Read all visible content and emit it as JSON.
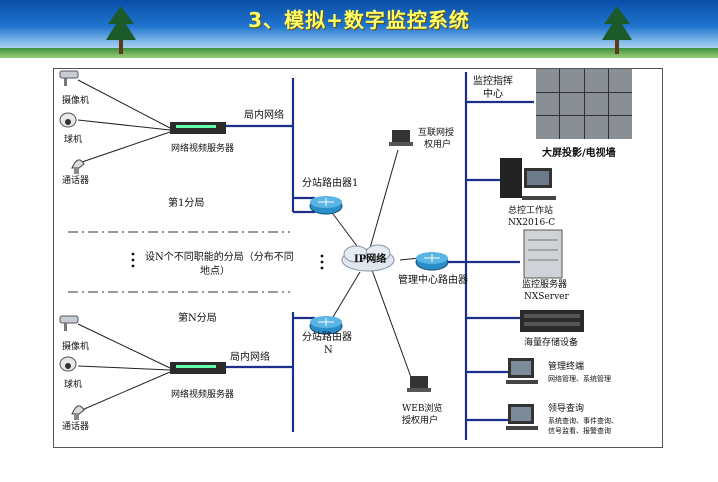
{
  "slide": {
    "title": "3、模拟+数字监控系统"
  },
  "diagram": {
    "left_branch": {
      "camera_label": "摄像机",
      "dome_label": "球机",
      "intercom_label": "通话器",
      "video_server_label": "网络视频服务器",
      "lan_label": "局内网络",
      "branch_label": "第1分局",
      "router_label": "分站路由器1"
    },
    "middle_note": {
      "line1": "设N个不同职能的分局（分布不同",
      "line2": "地点）",
      "ip_network": "IP网络"
    },
    "bottom_branch": {
      "camera_label": "摄像机",
      "dome_label": "球机",
      "intercom_label": "通话器",
      "video_server_label": "网络视频服务器",
      "lan_label": "局内网络",
      "branch_label": "第N分局",
      "router_label_line1": "分站路由器",
      "router_label_line2": "N"
    },
    "internet_user": {
      "line1": "互联网授",
      "line2": "权用户"
    },
    "web_user": {
      "line1": "WEB浏览",
      "line2": "授权用户"
    },
    "center_router_label": "管理中心路由器",
    "command_center": {
      "line1": "监控指挥",
      "line2": "中心"
    },
    "right_column": {
      "video_wall": "大屏投影/电视墙",
      "workstation_line1": "总控工作站",
      "workstation_line2": "NX2016-C",
      "server_line1": "监控服务器",
      "server_line2": "NXServer",
      "storage": "海量存储设备",
      "mgmt_terminal": "管理终端",
      "mgmt_terminal_sub": "网络管理、系统管理",
      "leader_query": "领导查询",
      "leader_query_sub1": "系统查询、事件查询、",
      "leader_query_sub2": "信号监看、报警查询"
    }
  },
  "colors": {
    "network_line": "#1c2f8a",
    "router_fill": "#2a8fc9",
    "title_text": "#ffff66"
  },
  "icons": [
    "camera-icon",
    "dome-camera-icon",
    "intercom-icon",
    "video-server-icon",
    "router-icon",
    "cloud-icon",
    "laptop-icon",
    "workstation-icon",
    "server-icon",
    "storage-icon",
    "terminal-icon",
    "tree-icon"
  ]
}
